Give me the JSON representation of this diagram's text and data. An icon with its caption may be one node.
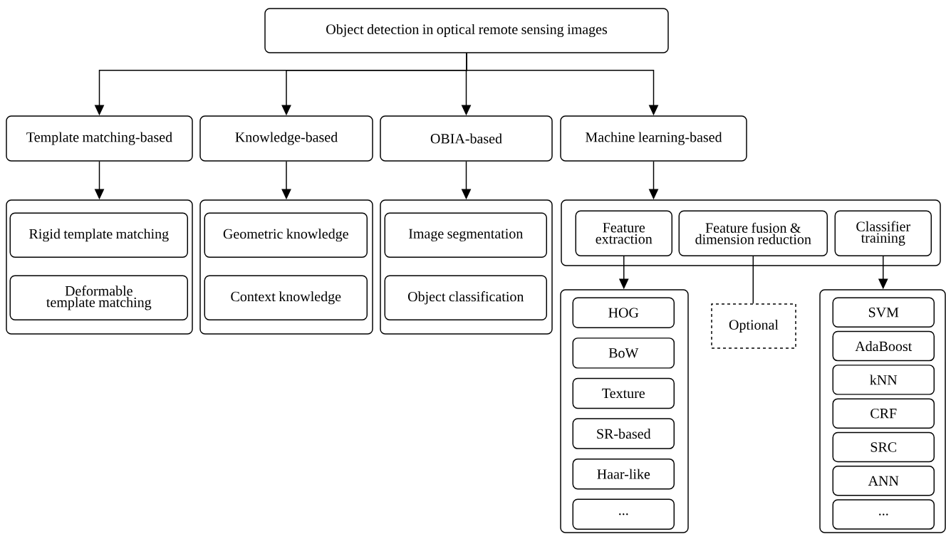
{
  "diagram": {
    "nodes": [
      {
        "text": [
          "Object detection in optical remote sensing images"
        ]
      },
      {
        "text": [
          "Template matching-based"
        ]
      },
      {
        "text": [
          "Knowledge-based"
        ]
      },
      {
        "text": [
          "OBIA-based"
        ]
      },
      {
        "text": [
          "Machine learning-based"
        ]
      },
      {
        "text": [],
        "shape": "box"
      },
      {
        "text": [
          "Rigid template matching"
        ],
        "in": 5
      },
      {
        "text": [
          "Deformable template matching"
        ],
        "in": 5
      },
      {
        "text": [],
        "shape": "box"
      },
      {
        "text": [
          "Geometric knowledge"
        ],
        "in": 8
      },
      {
        "text": [
          "Context knowledge"
        ],
        "in": 8
      },
      {
        "text": [],
        "shape": "box"
      },
      {
        "text": [
          "Image segmentation"
        ],
        "in": 11
      },
      {
        "text": [
          "Object classification"
        ],
        "in": 11
      },
      {
        "text": [],
        "shape": "box"
      },
      {
        "text": [
          "Feature extraction"
        ],
        "in": 14
      },
      {
        "text": [
          "Feature fusion & dimension reduction"
        ],
        "in": 14
      },
      {
        "text": [
          "Classifier training"
        ],
        "in": 14
      },
      {
        "text": [],
        "shape": "box"
      },
      {
        "text": [
          "HOG"
        ],
        "in": 18
      },
      {
        "text": [
          "BoW"
        ],
        "in": 18
      },
      {
        "text": [
          "Texture"
        ],
        "in": 18
      },
      {
        "text": [
          "SR-based"
        ],
        "in": 18
      },
      {
        "text": [
          "Haar-like"
        ],
        "in": 18
      },
      {
        "text": [
          "..."
        ],
        "in": 18
      },
      {
        "text": [
          "Optional"
        ]
      },
      {
        "text": [],
        "shape": "box"
      },
      {
        "text": [
          "SVM"
        ],
        "in": 26
      },
      {
        "text": [
          "AdaBoost"
        ],
        "in": 26
      },
      {
        "text": [
          "kNN"
        ],
        "in": 26
      },
      {
        "text": [
          "CRF"
        ],
        "in": 26
      },
      {
        "text": [
          "SRC"
        ],
        "in": 26
      },
      {
        "text": [
          "ANN"
        ],
        "in": 26
      },
      {
        "text": [
          "..."
        ],
        "in": 26
      }
    ],
    "edges": [
      {
        "from": 0,
        "to": 1,
        "arrow": "to"
      },
      {
        "from": 0,
        "to": 2,
        "arrow": "to"
      },
      {
        "from": 0,
        "to": 3,
        "arrow": "to"
      },
      {
        "from": 0,
        "to": 4,
        "arrow": "to"
      },
      {
        "from": 1,
        "to": 5,
        "arrow": "to"
      },
      {
        "from": 2,
        "to": 8,
        "arrow": "to"
      },
      {
        "from": 3,
        "to": 11,
        "arrow": "to"
      },
      {
        "from": 4,
        "to": 14,
        "arrow": "to"
      },
      {
        "from": 15,
        "to": 18,
        "arrow": "to"
      },
      {
        "from": 16,
        "to": 25,
        "arrow": "none"
      },
      {
        "from": 17,
        "to": 26,
        "arrow": "to"
      }
    ]
  }
}
